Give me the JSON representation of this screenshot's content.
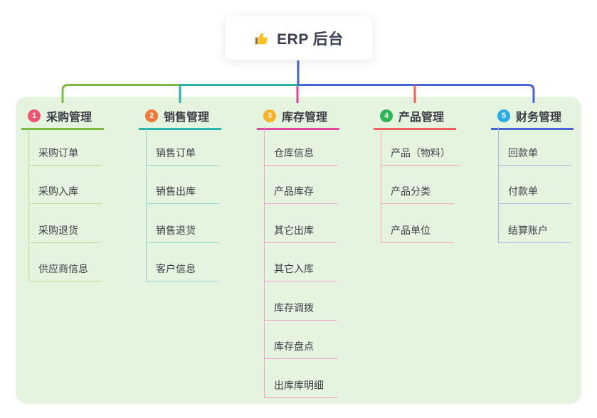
{
  "root": {
    "title": "ERP 后台",
    "icon": "thumbs-up-icon"
  },
  "panel_color": "#e5f4df",
  "root_line_color": "#4a64d6",
  "branches": [
    {
      "index": "1",
      "title": "采购管理",
      "badge_color": "#ee5570",
      "line_color": "#7cbb41",
      "light_color": "#b5dc92",
      "children": [
        "采购订单",
        "采购入库",
        "采购退货",
        "供应商信息"
      ]
    },
    {
      "index": "2",
      "title": "销售管理",
      "badge_color": "#f0793b",
      "line_color": "#28b4ad",
      "light_color": "#8fd6d1",
      "children": [
        "销售订单",
        "销售出库",
        "销售退货",
        "客户信息"
      ]
    },
    {
      "index": "3",
      "title": "库存管理",
      "badge_color": "#f8b028",
      "line_color": "#e0479f",
      "light_color": "#f2a2cf",
      "children": [
        "仓库信息",
        "产品库存",
        "其它出库",
        "其它入库",
        "库存调拨",
        "库存盘点",
        "出库库明细"
      ]
    },
    {
      "index": "4",
      "title": "产品管理",
      "badge_color": "#2fb456",
      "line_color": "#f15e5e",
      "light_color": "#f8aba4",
      "children": [
        "产品（物料）",
        "产品分类",
        "产品单位"
      ]
    },
    {
      "index": "5",
      "title": "财务管理",
      "badge_color": "#2aabe4",
      "line_color": "#4a64d6",
      "light_color": "#a8b3e8",
      "children": [
        "回款单",
        "付款单",
        "结算账户"
      ]
    }
  ]
}
